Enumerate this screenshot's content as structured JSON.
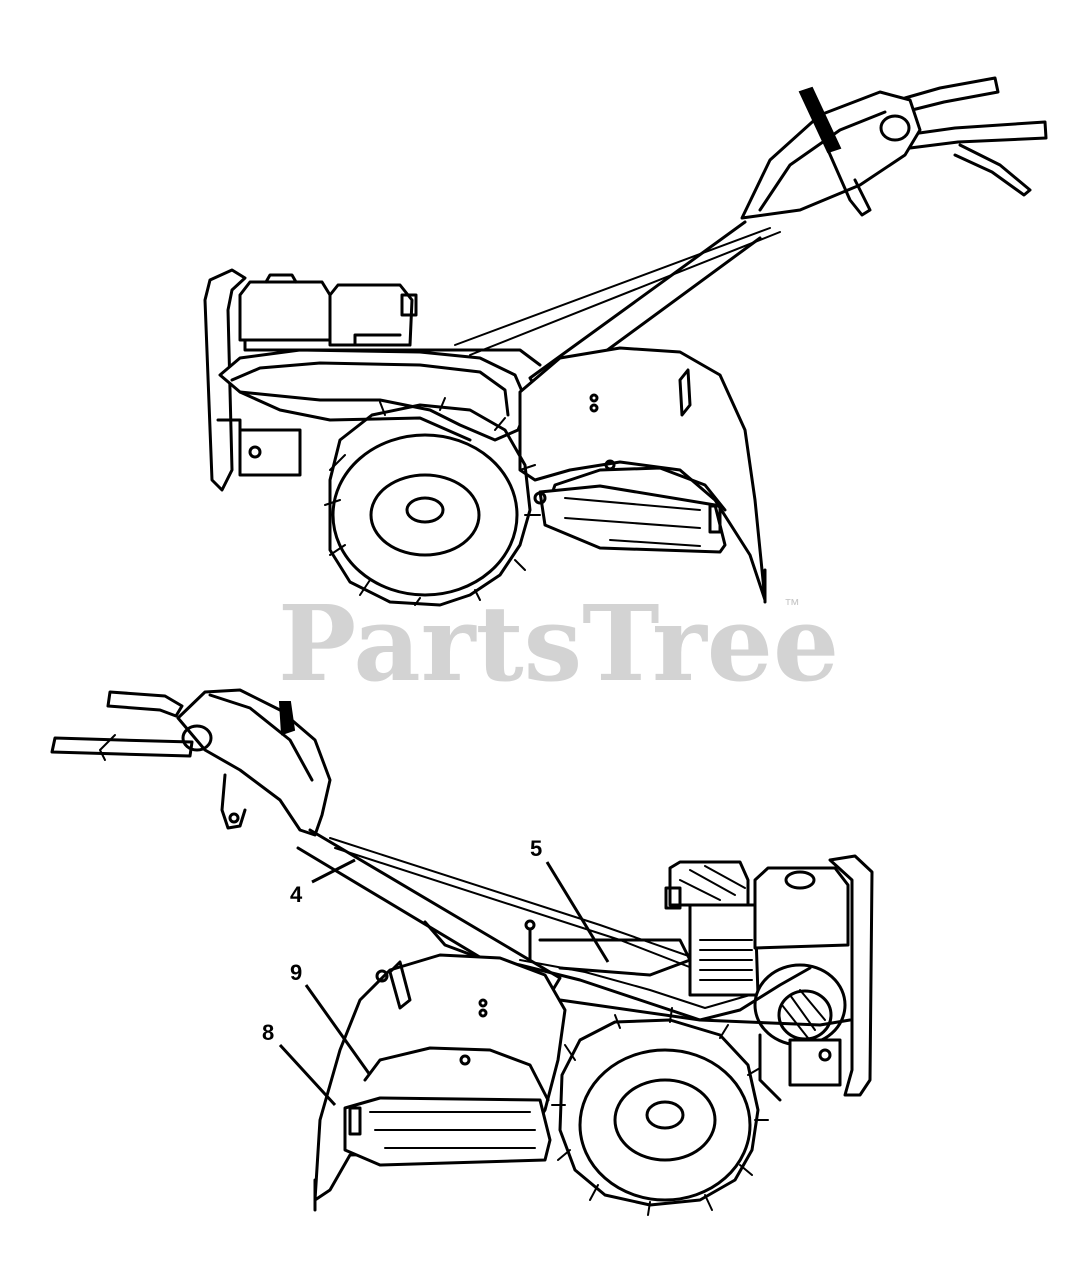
{
  "watermark": {
    "text": "PartsTree",
    "trademark": "™",
    "color": "#d3d3d3"
  },
  "callouts": [
    {
      "id": "4",
      "label": "4"
    },
    {
      "id": "5",
      "label": "5"
    },
    {
      "id": "8",
      "label": "8"
    },
    {
      "id": "9",
      "label": "9"
    }
  ],
  "figures": [
    {
      "name": "tiller-view-rear-left"
    },
    {
      "name": "tiller-view-front-right"
    }
  ]
}
